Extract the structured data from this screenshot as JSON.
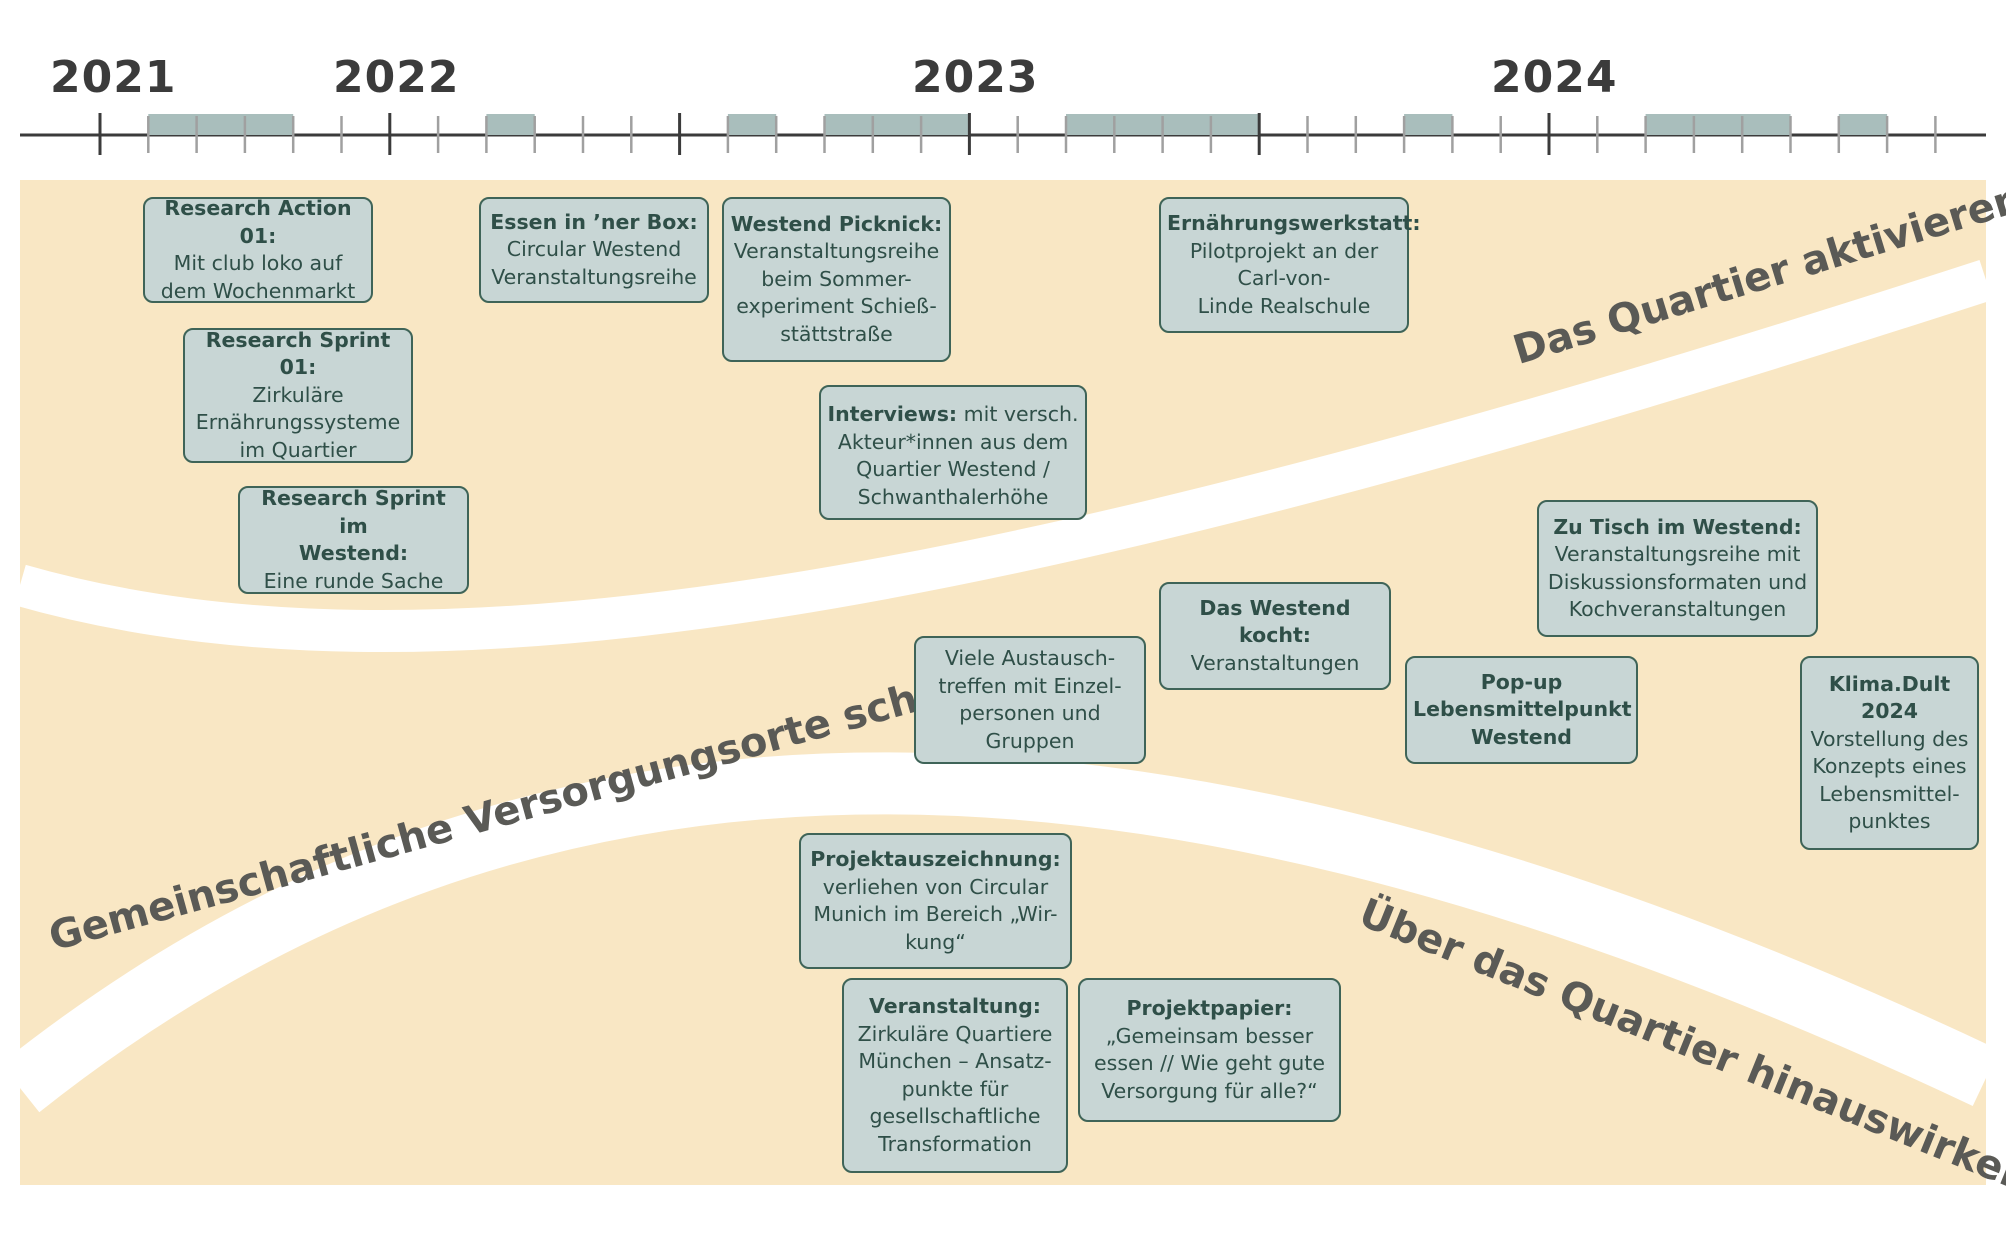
{
  "timeline": {
    "years": [
      "2021",
      "2022",
      "2023",
      "2024"
    ],
    "colors": {
      "axis": "#3b3b3b",
      "minor_tick": "#a0a0a0",
      "active_period": "#a9bebc",
      "lane_background": "#f9e7c4",
      "card_fill": "#c8d6d5",
      "card_border": "#3f6458"
    }
  },
  "lanes": {
    "top": "Das Quartier aktivieren",
    "middle": "Gemeinschaftliche Versorgungsorte schaffen",
    "bottom": "Über das Quartier hinauswirken"
  },
  "cards": {
    "research_action": {
      "title": "Research Action 01:",
      "body": "Mit club loko auf\ndem Wochenmarkt"
    },
    "research_sprint_01": {
      "title": "Research Sprint 01:",
      "body": "Zirkuläre\nErnährungssysteme\nim Quartier"
    },
    "research_sprint_westend": {
      "title": "Research Sprint im\nWestend:",
      "body": "Eine runde Sache"
    },
    "essen_box": {
      "title": "Essen in ’ner Box:",
      "body": "Circular Westend\nVeranstaltungsreihe"
    },
    "westend_picknick": {
      "title": "Westend Picknick:",
      "body": "Veranstaltungsreihe\nbeim Sommer-\nexperiment Schieß-\nstättstraße"
    },
    "interviews": {
      "title": "Interviews:",
      "body": " mit versch.\nAkteur*innen aus dem\nQuartier Westend /\nSchwanthalerhöhe"
    },
    "ernaehrungswerkstatt": {
      "title": "Ernährungswerkstatt:",
      "body": "Pilotprojekt an der\nCarl-von-\nLinde Realschule"
    },
    "zu_tisch": {
      "title": "Zu Tisch im Westend:",
      "body": "Veranstaltungsreihe mit\nDiskussionsformaten und\nKochveranstaltungen"
    },
    "westend_kocht": {
      "title": "Das Westend kocht:",
      "body": "Veranstaltungen"
    },
    "austausch": {
      "title": "",
      "body": "Viele Austausch-\ntreffen mit Einzel-\npersonen und\nGruppen"
    },
    "popup": {
      "title": "Pop-up\nLebensmittelpunkt\nWestend",
      "body": ""
    },
    "klima_dult": {
      "title": "Klima.Dult\n2024",
      "body": "Vorstellung des\nKonzepts eines\nLebensmittel-\npunktes"
    },
    "projektauszeichnung": {
      "title": "Projektauszeichnung:",
      "body": "verliehen von Circular\nMunich im Bereich „Wir-\nkung“"
    },
    "veranstaltung": {
      "title": "Veranstaltung:",
      "body": "Zirkuläre Quartiere\nMünchen – Ansatz-\npunkte für\ngesellschaftliche\nTransformation"
    },
    "projektpapier": {
      "title": "Projektpapier:",
      "body": "„Gemeinsam besser\nessen // Wie geht gute\nVersorgung für alle?“"
    }
  }
}
